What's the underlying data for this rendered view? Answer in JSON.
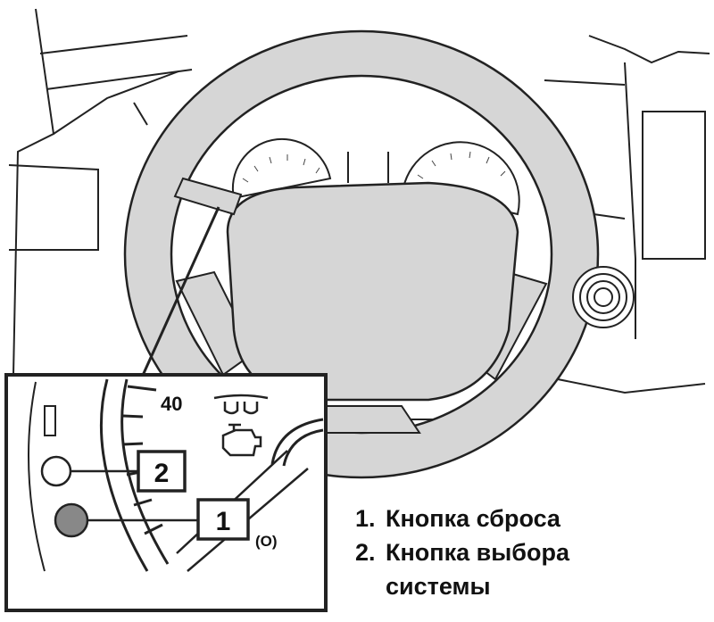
{
  "diagram": {
    "inset": {
      "gauge_label": "40",
      "callout_1": "1",
      "callout_2": "2",
      "small_symbol": "(O)"
    },
    "legend": [
      {
        "num": "1.",
        "text": "Кнопка сброса"
      },
      {
        "num": "2.",
        "text": "Кнопка выбора\nсистемы"
      }
    ]
  }
}
